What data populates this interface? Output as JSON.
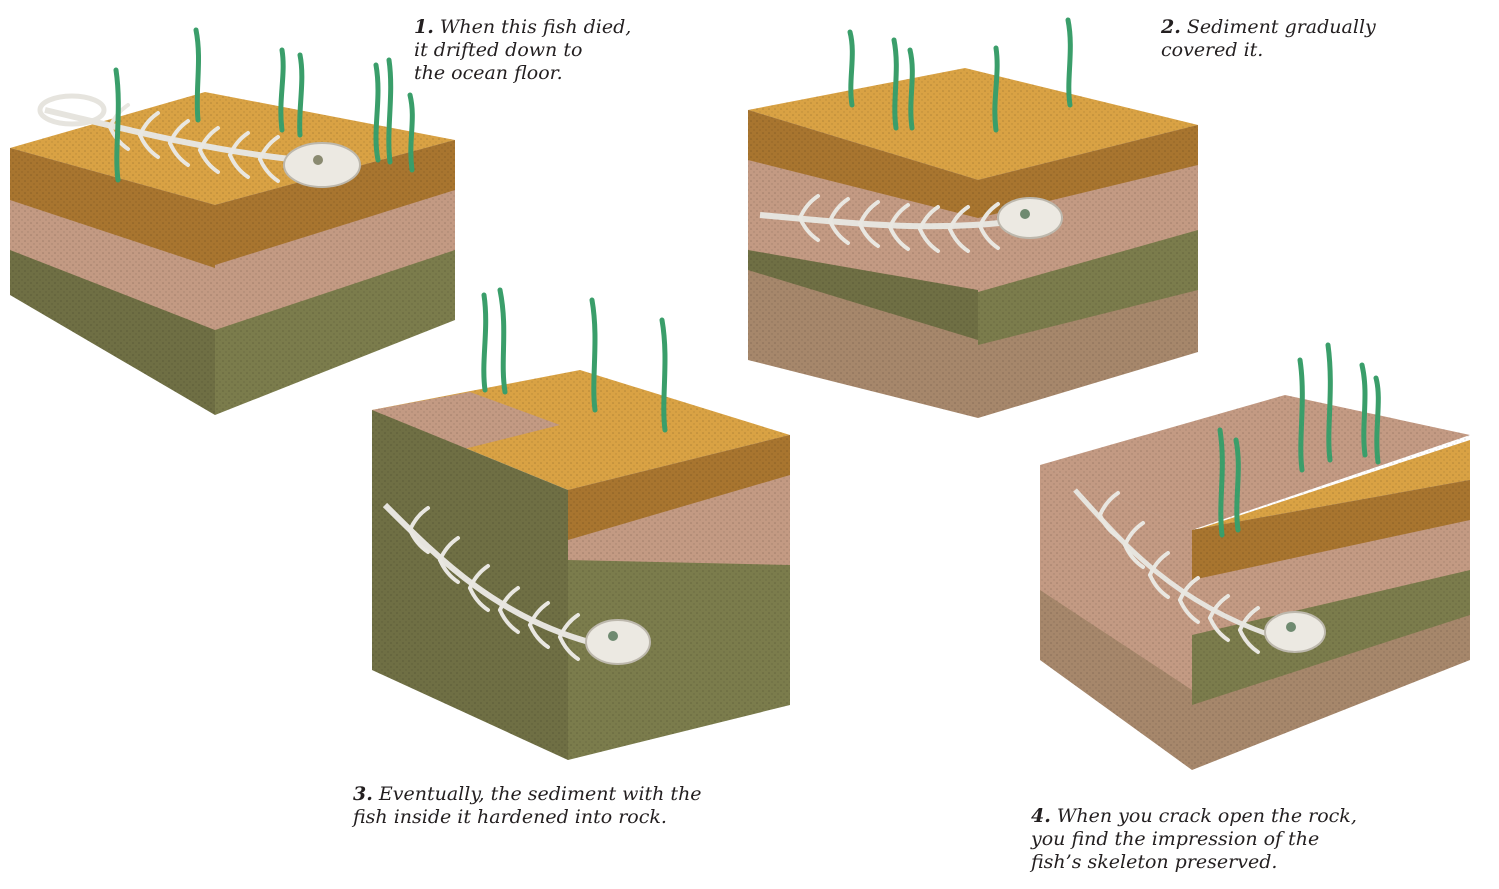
{
  "steps": [
    {
      "number": "1.",
      "lines": [
        "When this fish died,",
        "it drifted down to",
        "the ocean floor."
      ]
    },
    {
      "number": "2.",
      "lines": [
        "Sediment gradually",
        "covered it."
      ]
    },
    {
      "number": "3.",
      "lines": [
        "Eventually, the sediment with the",
        "fish inside it hardened into rock."
      ]
    },
    {
      "number": "4.",
      "lines": [
        "When you crack open the rock,",
        "you find the impression of the",
        "fish’s skeleton preserved."
      ]
    }
  ],
  "colors": {
    "sand_top": "#d9a244",
    "sand_side": "#a8752f",
    "pink_layer": "#c39a83",
    "olive_layer": "#7a7a4a",
    "dark_layer": "#5a5a3a",
    "bone": "#e6e4de",
    "seagrass": "#3a9e6a"
  }
}
